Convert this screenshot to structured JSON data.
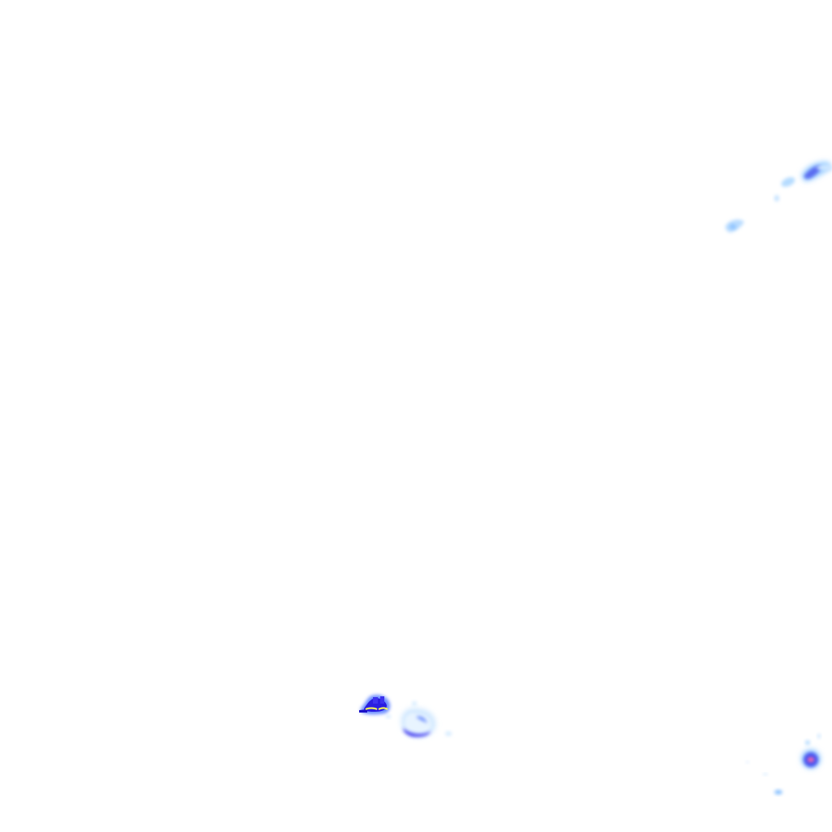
{
  "layer": {
    "kind": "precipitation-radar-overlay",
    "background": "#ffffff",
    "palette": {
      "very_light": "#d6ecff",
      "light": "#9fd0ff",
      "moderate": "#6b8cff",
      "heavy": "#3c33ee",
      "very_heavy": "#1a10c8",
      "intense": "#ffff55",
      "extreme": "#ff66aa"
    },
    "cells": [
      {
        "id": "northeast-band",
        "intensity": "moderate"
      },
      {
        "id": "northeast-fragments",
        "intensity": "light"
      },
      {
        "id": "south-center-cell",
        "intensity": "intense"
      },
      {
        "id": "south-center-cloud",
        "intensity": "moderate"
      },
      {
        "id": "southeast-cell",
        "intensity": "extreme"
      },
      {
        "id": "southeast-speckles",
        "intensity": "light"
      }
    ]
  }
}
